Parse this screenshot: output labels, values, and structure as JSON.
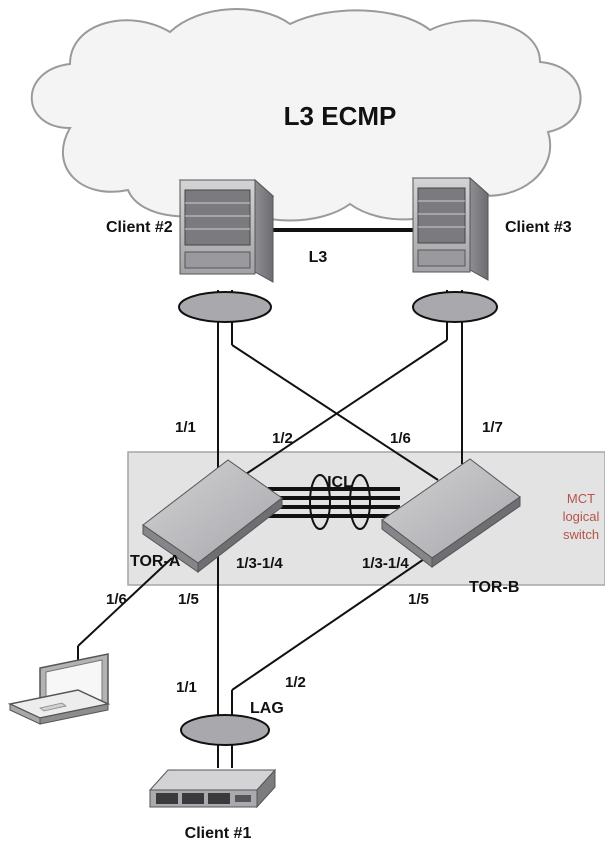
{
  "cloud": {
    "label": "L3 ECMP"
  },
  "nodes": {
    "client2": "Client #2",
    "client3": "Client #3",
    "client1": "Client #1",
    "tor_a": "TOR-A",
    "tor_b": "TOR-B"
  },
  "links": {
    "l3": "L3",
    "icl": "ICL",
    "lag": "LAG"
  },
  "ports": {
    "torA_up_1_1": "1/1",
    "torA_up_1_2": "1/2",
    "torB_up_1_6": "1/6",
    "torB_up_1_7": "1/7",
    "torA_icl": "1/3-1/4",
    "torB_icl": "1/3-1/4",
    "torA_laptop": "1/6",
    "torA_down": "1/5",
    "torB_down": "1/5",
    "client1_1_1": "1/1",
    "client1_1_2": "1/2"
  },
  "mct_box": {
    "line1": "MCT",
    "line2": "logical",
    "line3": "switch"
  },
  "colors": {
    "cloud_fill": "#f4f4f4",
    "cloud_stroke": "#9a9a9a",
    "mct_fill": "#e3e3e3",
    "mct_text": "#b5534a",
    "device": "#b8b8bb",
    "ellipse_fill": "#a9a9ad"
  }
}
